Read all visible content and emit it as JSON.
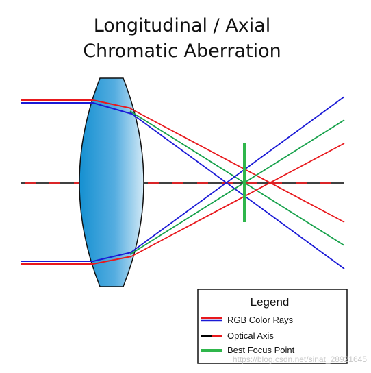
{
  "title": {
    "line1": "Longitudinal / Axial",
    "line2": "Chromatic Aberration"
  },
  "legend": {
    "heading": "Legend",
    "items": [
      {
        "label": "RGB Color Rays"
      },
      {
        "label": "Optical Axis"
      },
      {
        "label": "Best Focus Point"
      }
    ]
  },
  "watermark": "https://blog.csdn.net/sinat_28921645",
  "colors": {
    "red": "#e8191d",
    "green": "#16a14a",
    "blue": "#1a1ad6",
    "axis_black": "#000000",
    "focus_green": "#2fb64b",
    "lens_dark": "#1590d1",
    "lens_light": "#c7e3f3"
  }
}
